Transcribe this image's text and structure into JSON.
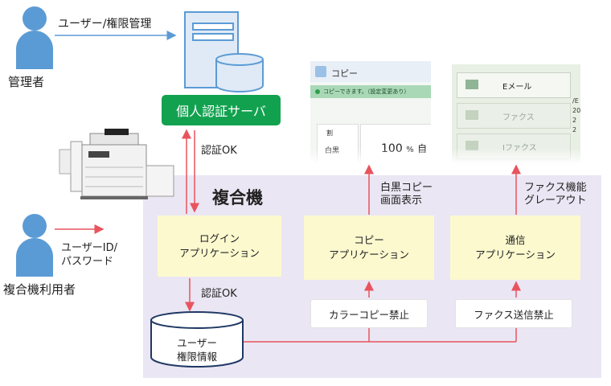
{
  "admin": {
    "label": "管理者",
    "arrow_label": "ユーザー/権限管理"
  },
  "server": {
    "label": "個人認証サーバ"
  },
  "auth_ok_top": "認証OK",
  "mfp_panel": {
    "title": "複合機"
  },
  "user": {
    "label": "複合機利用者",
    "credentials": [
      "ユーザーID/",
      "パスワード"
    ]
  },
  "apps": {
    "login": [
      "ログイン",
      "アプリケーション"
    ],
    "copy": [
      "コピー",
      "アプリケーション"
    ],
    "comm": [
      "通信",
      "アプリケーション"
    ]
  },
  "auth_ok_bottom": "認証OK",
  "user_db": {
    "label": [
      "ユーザー",
      "権限情報"
    ]
  },
  "restrictions": {
    "copy": "カラーコピー禁止",
    "fax": "ファクス送信禁止"
  },
  "screen_effects": {
    "copy": [
      "白黒コピー",
      "画面表示"
    ],
    "fax": [
      "ファクス機能",
      "グレーアウト"
    ]
  },
  "copy_screen": {
    "title": "コピー",
    "status": "コピーできます。（設定変更あり）",
    "mode_icon": "割",
    "color_mode": "白黒",
    "ratio": "100",
    "ratio_unit": "%",
    "tail": "自"
  },
  "fax_screen": {
    "items": [
      "Eメール",
      "ファクス",
      "Iファクス"
    ],
    "edge_chars": [
      "/E",
      "20",
      "2",
      "2"
    ]
  },
  "colors": {
    "accent_red": "#e8545e",
    "person_blue": "#5b9bd5",
    "server_green": "#12a24f",
    "panel_lavender": "#ebe6f3",
    "app_yellow": "#fcf9cf"
  },
  "icons": [
    "person-icon",
    "server-icon",
    "database-icon",
    "printer-icon"
  ]
}
